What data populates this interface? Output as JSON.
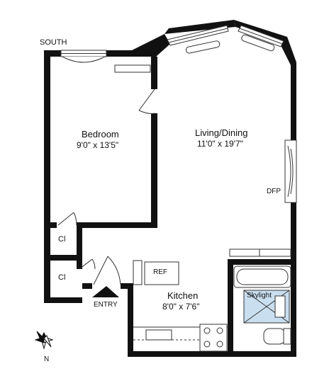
{
  "orientation_label": "SOUTH",
  "rooms": {
    "bedroom": {
      "name": "Bedroom",
      "dims": "9'0\" x 13'5\""
    },
    "living": {
      "name": "Living/Dining",
      "dims": "11'0\" x 19'7\""
    },
    "kitchen": {
      "name": "Kitchen",
      "dims": "8'0\" x 7'6\""
    },
    "closet1": {
      "name": "Cl"
    },
    "closet2": {
      "name": "Cl"
    },
    "bath_skylight": {
      "name": "Skylight"
    }
  },
  "fixtures": {
    "ref": "REF",
    "fireplace": "DFP"
  },
  "entry_label": "ENTRY",
  "compass": {
    "north": "N"
  },
  "colors": {
    "wall": "#111111",
    "skylight": "#c9dff0",
    "line": "#333333"
  }
}
